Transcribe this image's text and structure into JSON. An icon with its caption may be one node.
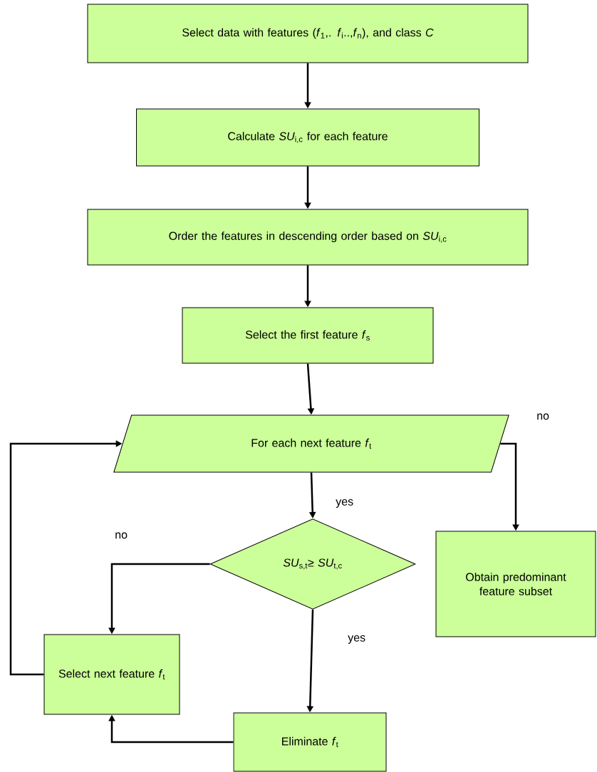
{
  "diagram": {
    "nodes": [
      {
        "text": [
          "Select data with features (*f*$_{1}$,. *f*$_{i}$..,*f*$_{n}$), and class *C*"
        ]
      },
      {
        "text": [
          "Calculate *SU*$_{i,c}$ for each feature"
        ]
      },
      {
        "text": [
          "Order the features in descending order based on  *SU*$_{i,c}$"
        ]
      },
      {
        "text": [
          "Select the first feature *f*$_{s}$"
        ]
      },
      {
        "text": [
          "For each next feature *f*$_{t}$"
        ]
      },
      {
        "text": [
          "*SU*$_{s,t}$≥ *SU*$_{t,c}$"
        ]
      },
      {
        "text": [
          "Obtain predominant feature subset"
        ]
      },
      {
        "text": [
          "Select next feature *f*$_{t}$"
        ]
      },
      {
        "text": [
          "Eliminate *f*$_{t}$"
        ]
      }
    ],
    "edges": [
      {
        "from": 0,
        "to": 1,
        "arrow": "to"
      },
      {
        "from": 1,
        "to": 2,
        "arrow": "to"
      },
      {
        "from": 2,
        "to": 3,
        "arrow": "to"
      },
      {
        "from": 3,
        "to": 4,
        "arrow": "to"
      },
      {
        "from": 4,
        "to": 6,
        "arrow": "to",
        "label": "no"
      },
      {
        "from": 4,
        "to": 5,
        "arrow": "to",
        "label": "yes"
      },
      {
        "from": 5,
        "to": 7,
        "arrow": "to",
        "label": "no"
      },
      {
        "from": 5,
        "to": 8,
        "arrow": "to",
        "label": "yes"
      },
      {
        "from": 8,
        "to": 7,
        "arrow": "to"
      },
      {
        "from": 7,
        "to": 4,
        "arrow": "to"
      }
    ]
  }
}
